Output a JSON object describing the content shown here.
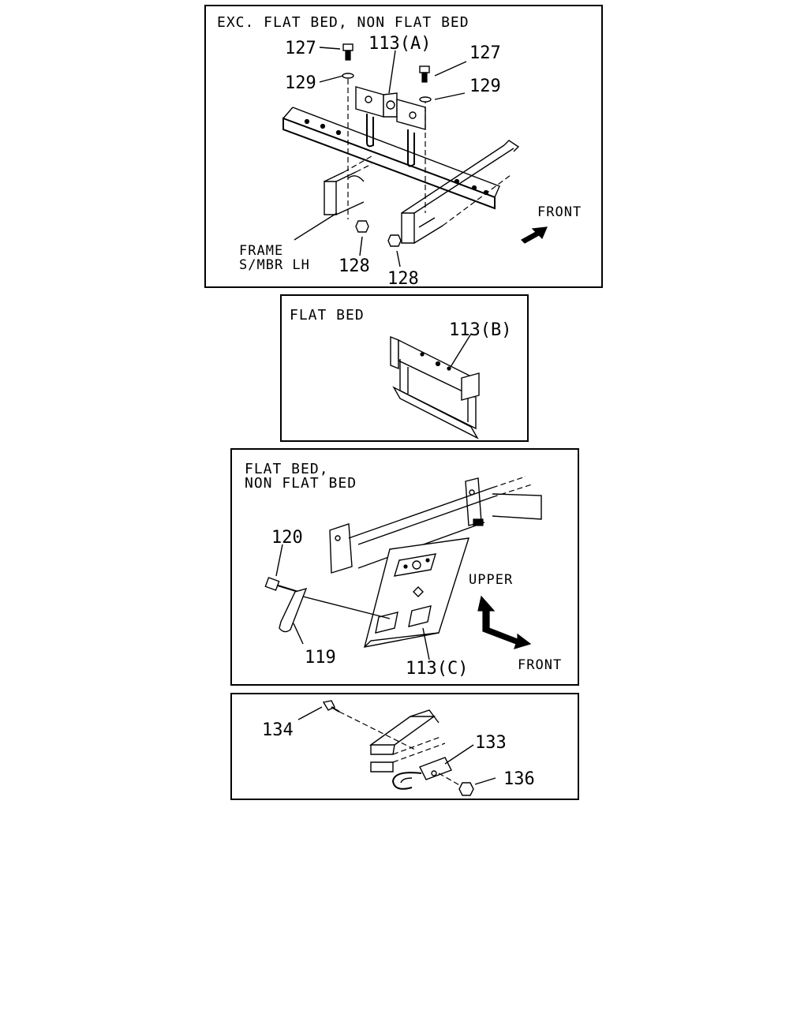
{
  "panels": {
    "panel1": {
      "title": "EXC. FLAT BED, NON FLAT BED",
      "callouts": {
        "bolt_left": "127",
        "bolt_right": "127",
        "washer_left": "129",
        "washer_right": "129",
        "bracket": "113(A)",
        "nut_left": "128",
        "nut_right": "128",
        "frame_line1": "FRAME",
        "frame_line2": "S/MBR LH"
      },
      "direction": "FRONT"
    },
    "panel2": {
      "title": "FLAT BED",
      "callouts": {
        "bracket": "113(B)"
      }
    },
    "panel3": {
      "title_line1": "FLAT BED,",
      "title_line2": "NON FLAT BED",
      "callouts": {
        "bolt": "120",
        "clip": "119",
        "bracket": "113(C)"
      },
      "direction_up": "UPPER",
      "direction_front": "FRONT"
    },
    "panel4": {
      "callouts": {
        "bolt": "134",
        "hook": "133",
        "nut": "136"
      }
    }
  },
  "icons": [
    "arrow-front-icon",
    "arrow-upper-front-icon"
  ]
}
